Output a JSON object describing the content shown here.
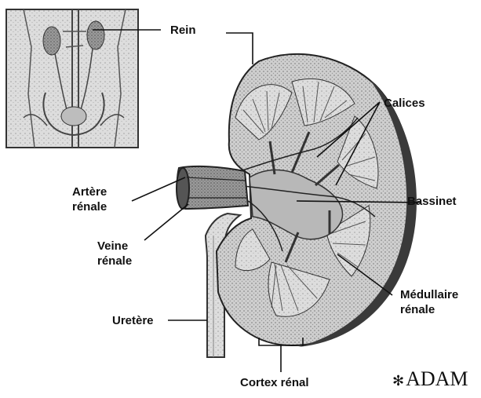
{
  "labels": {
    "rein": "Rein",
    "calices": "Calices",
    "artere_1": "Artère",
    "artere_2": "rénale",
    "bassinet": "Bassinet",
    "veine_1": "Veine",
    "veine_2": "rénale",
    "medullaire_1": "Médullaire",
    "medullaire_2": "rénale",
    "uretere": "Uretère",
    "cortex": "Cortex rénal"
  },
  "logo": {
    "text": "ADAM",
    "mark": "✻"
  }
}
